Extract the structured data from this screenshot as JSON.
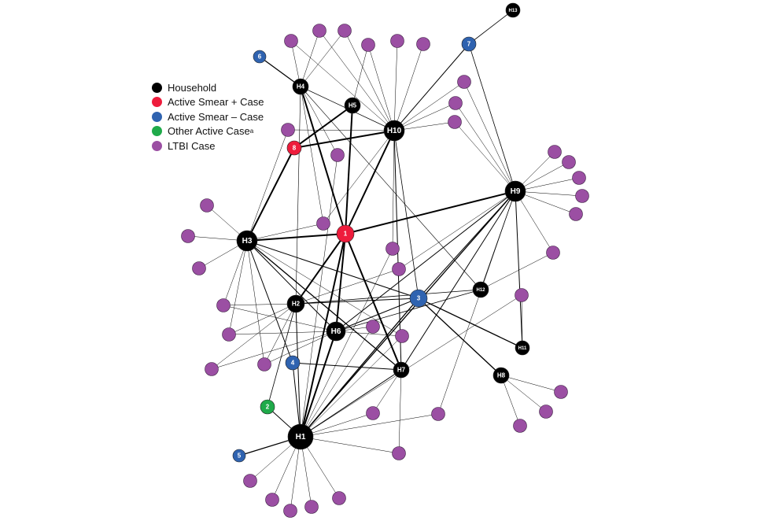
{
  "legend": [
    {
      "label": "Household",
      "color": "#000000",
      "sup": ""
    },
    {
      "label": "Active Smear + Case",
      "color": "#ee1c3c",
      "sup": ""
    },
    {
      "label": "Active Smear – Case",
      "color": "#2f63b0",
      "sup": ""
    },
    {
      "label": "Other Active Case",
      "color": "#1faa4a",
      "sup": "a"
    },
    {
      "label": "LTBI Case",
      "color": "#9b4fa3",
      "sup": ""
    }
  ],
  "colors": {
    "household": "#000000",
    "smear_pos": "#ee1c3c",
    "smear_neg": "#2f63b0",
    "other": "#1faa4a",
    "ltbi": "#9b4fa3"
  },
  "nodes": [
    {
      "id": "H1",
      "type": "household",
      "label": "H1"
    },
    {
      "id": "H2",
      "type": "household",
      "label": "H2"
    },
    {
      "id": "H3",
      "type": "household",
      "label": "H3"
    },
    {
      "id": "H4",
      "type": "household",
      "label": "H4"
    },
    {
      "id": "H5",
      "type": "household",
      "label": "H5"
    },
    {
      "id": "H6",
      "type": "household",
      "label": "H6"
    },
    {
      "id": "H7",
      "type": "household",
      "label": "H7"
    },
    {
      "id": "H8",
      "type": "household",
      "label": "H8"
    },
    {
      "id": "H9",
      "type": "household",
      "label": "H9"
    },
    {
      "id": "H10",
      "type": "household",
      "label": "H10"
    },
    {
      "id": "H11",
      "type": "household",
      "label": "H11"
    },
    {
      "id": "H12",
      "type": "household",
      "label": "H12"
    },
    {
      "id": "H13",
      "type": "household",
      "label": "H13"
    },
    {
      "id": "1",
      "type": "smear_pos",
      "label": "1"
    },
    {
      "id": "8",
      "type": "smear_pos",
      "label": "8"
    },
    {
      "id": "3",
      "type": "smear_neg",
      "label": "3"
    },
    {
      "id": "4",
      "type": "smear_neg",
      "label": "4"
    },
    {
      "id": "5",
      "type": "smear_neg",
      "label": "5"
    },
    {
      "id": "6",
      "type": "smear_neg",
      "label": "6"
    },
    {
      "id": "7",
      "type": "smear_neg",
      "label": "7"
    },
    {
      "id": "2",
      "type": "other",
      "label": "2"
    }
  ],
  "ltbi_count": 41,
  "edges": [
    [
      "H4",
      "1",
      2
    ],
    [
      "H5",
      "1",
      2
    ],
    [
      "H10",
      "1",
      2
    ],
    [
      "H9",
      "1",
      2
    ],
    [
      "H3",
      "1",
      2
    ],
    [
      "H2",
      "1",
      2
    ],
    [
      "H6",
      "1",
      2
    ],
    [
      "H1",
      "1",
      2
    ],
    [
      "H7",
      "1",
      2
    ],
    [
      "8",
      "H5",
      2
    ],
    [
      "8",
      "H10",
      2
    ],
    [
      "8",
      "H3",
      2
    ],
    [
      "H1",
      "H6",
      2
    ],
    [
      "H1",
      "3",
      1.3
    ],
    [
      "H1",
      "H9",
      1.3
    ],
    [
      "H1",
      "H7",
      1
    ],
    [
      "H1",
      "H2",
      1
    ],
    [
      "H3",
      "H7",
      1.3
    ],
    [
      "H3",
      "3",
      1
    ],
    [
      "H3",
      "H6",
      1
    ],
    [
      "H2",
      "3",
      1
    ],
    [
      "H2",
      "H12",
      0.8
    ],
    [
      "H6",
      "H9",
      1
    ],
    [
      "H6",
      "3",
      1
    ],
    [
      "H6",
      "H12",
      0.8
    ],
    [
      "3",
      "H8",
      1.3
    ],
    [
      "3",
      "H11",
      1.3
    ],
    [
      "3",
      "H9",
      1
    ],
    [
      "3",
      "H10",
      0.8
    ],
    [
      "H4",
      "6",
      1.3
    ],
    [
      "H4",
      "H10",
      0.7
    ],
    [
      "H4",
      "H12",
      0.6
    ],
    [
      "7",
      "H10",
      1
    ],
    [
      "7",
      "H9",
      0.8
    ],
    [
      "7",
      "H13",
      0.8
    ],
    [
      "H9",
      "H11",
      1
    ],
    [
      "H9",
      "H12",
      0.7
    ],
    [
      "H9",
      "H7",
      1
    ],
    [
      "H4",
      "H2",
      0.6
    ],
    [
      "4",
      "H7",
      1
    ],
    [
      "4",
      "H1",
      1
    ],
    [
      "4",
      "H3",
      1
    ],
    [
      "2",
      "H1",
      1
    ],
    [
      "2",
      "H2",
      0.8
    ],
    [
      "5",
      "H1",
      1.3
    ],
    [
      "H10",
      "H7",
      1
    ]
  ],
  "ltbi_edges": [
    [
      0,
      "H4"
    ],
    [
      0,
      "H10"
    ],
    [
      1,
      "H4"
    ],
    [
      1,
      "H10"
    ],
    [
      2,
      "H4"
    ],
    [
      2,
      "H10"
    ],
    [
      3,
      "H10"
    ],
    [
      3,
      "H5"
    ],
    [
      4,
      "H10"
    ],
    [
      5,
      "H10"
    ],
    [
      6,
      "H10"
    ],
    [
      6,
      "H9"
    ],
    [
      7,
      "H10"
    ],
    [
      7,
      "H9"
    ],
    [
      8,
      "H10"
    ],
    [
      8,
      "H9"
    ],
    [
      9,
      "H3"
    ],
    [
      9,
      "H10"
    ],
    [
      10,
      "H4"
    ],
    [
      10,
      "H1"
    ],
    [
      11,
      "H9"
    ],
    [
      12,
      "H9"
    ],
    [
      13,
      "H9"
    ],
    [
      14,
      "H9"
    ],
    [
      15,
      "H9"
    ],
    [
      16,
      "H9"
    ],
    [
      16,
      "H12"
    ],
    [
      17,
      "H3"
    ],
    [
      18,
      "H3"
    ],
    [
      19,
      "H3"
    ],
    [
      20,
      "H3"
    ],
    [
      20,
      "H10"
    ],
    [
      20,
      "H4"
    ],
    [
      21,
      "H1"
    ],
    [
      21,
      "H10"
    ],
    [
      22,
      "H2"
    ],
    [
      22,
      "H9"
    ],
    [
      23,
      "H3"
    ],
    [
      23,
      "H2"
    ],
    [
      23,
      "H6"
    ],
    [
      24,
      "H3"
    ],
    [
      24,
      "H6"
    ],
    [
      24,
      "H2"
    ],
    [
      25,
      "H2"
    ],
    [
      25,
      "H6"
    ],
    [
      26,
      "H2"
    ],
    [
      26,
      "H3"
    ],
    [
      26,
      "H6"
    ],
    [
      27,
      "H6"
    ],
    [
      27,
      "H1"
    ],
    [
      28,
      "H6"
    ],
    [
      28,
      "H3"
    ],
    [
      28,
      "H1"
    ],
    [
      29,
      "H1"
    ],
    [
      29,
      "H11"
    ],
    [
      30,
      "H7"
    ],
    [
      30,
      "H1"
    ],
    [
      31,
      "H1"
    ],
    [
      31,
      "H9"
    ],
    [
      32,
      "H1"
    ],
    [
      32,
      "H7"
    ],
    [
      33,
      "H8"
    ],
    [
      34,
      "H8"
    ],
    [
      35,
      "H8"
    ],
    [
      36,
      "H1"
    ],
    [
      37,
      "H1"
    ],
    [
      38,
      "H1"
    ],
    [
      39,
      "H1"
    ],
    [
      40,
      "H1"
    ]
  ]
}
